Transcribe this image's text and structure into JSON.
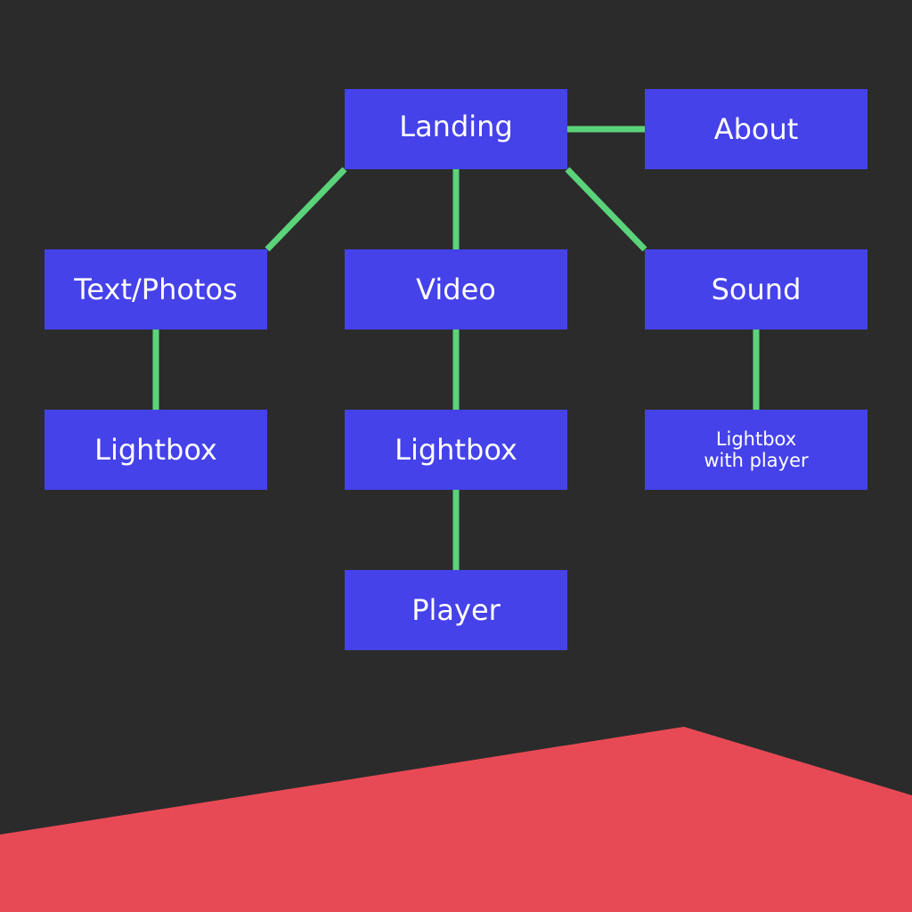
{
  "colors": {
    "background": "#2b2b2b",
    "node": "#4542ea",
    "node_text": "#ffffff",
    "connector": "#5bd37a",
    "accent_shape": "#e84a55"
  },
  "nodes": {
    "landing": "Landing",
    "about": "About",
    "text_photos": "Text/Photos",
    "video": "Video",
    "sound": "Sound",
    "lightbox_text": "Lightbox",
    "lightbox_video": "Lightbox",
    "lightbox_sound": "Lightbox\nwith player",
    "player": "Player"
  },
  "edges": [
    [
      "landing",
      "about"
    ],
    [
      "landing",
      "text_photos"
    ],
    [
      "landing",
      "video"
    ],
    [
      "landing",
      "sound"
    ],
    [
      "text_photos",
      "lightbox_text"
    ],
    [
      "video",
      "lightbox_video"
    ],
    [
      "sound",
      "lightbox_sound"
    ],
    [
      "lightbox_video",
      "player"
    ]
  ]
}
